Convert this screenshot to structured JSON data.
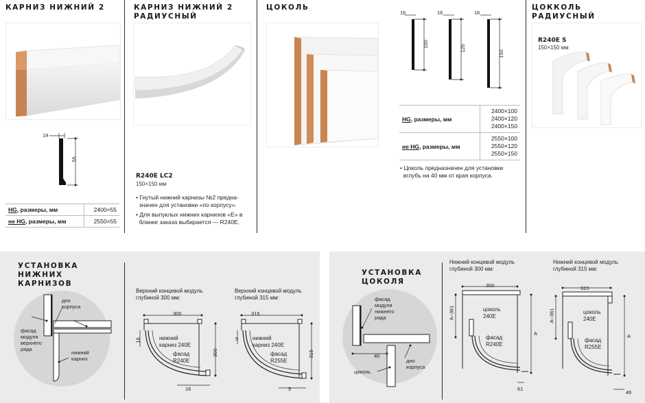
{
  "col1": {
    "title": "Карниз нижний 2",
    "dim_w": "19",
    "dim_h": "55",
    "rows": [
      {
        "label_hg": "HG",
        "label_rest": ", размеры, мм",
        "value": "2400×55"
      },
      {
        "label_hg": "не HG",
        "label_rest": ", размеры, мм",
        "value": "2550×55"
      }
    ]
  },
  "col2": {
    "title_line1": "Карниз нижний 2",
    "title_line2": "радиусный",
    "code": "R240E LC2",
    "size": "150×150 мм",
    "bullets": [
      "Гнутый нижний карнизы №2 предна-",
      "значен для установки «по корпусу».",
      "Для выпуклых нижних карнизов «E» в",
      "бланке заказа выбирается — R240E."
    ]
  },
  "col3": {
    "title": "Цоколь",
    "profiles": [
      {
        "w": "16",
        "h": "100"
      },
      {
        "w": "16",
        "h": "120"
      },
      {
        "w": "16",
        "h": "150"
      }
    ],
    "hg_label": "HG",
    "hg_rest": ", размеры, мм",
    "hg_values": [
      "2400×100",
      "2400×120",
      "2400×150"
    ],
    "nhg_label": "не HG",
    "nhg_rest": ", размеры, мм",
    "nhg_values": [
      "2550×100",
      "2550×120",
      "2550×150"
    ],
    "note_line1": "Цоколь предназначен для установки",
    "note_line2": "вглубь на 40 мм от края корпуса."
  },
  "col4": {
    "title": "Цокколь радиусный",
    "code": "R240E S",
    "size": "150×150 мм"
  },
  "panel1": {
    "title": [
      "Установка",
      "нижних",
      "карнизов"
    ],
    "labels": {
      "body_bottom": [
        "дно",
        "корпуса"
      ],
      "facade": [
        "фасад",
        "модуля",
        "верхнего",
        "ряда"
      ],
      "cornice": [
        "нижний",
        "карниз"
      ]
    },
    "mod300": {
      "title": [
        "Верхний концевой модуль",
        "глубиной 300 мм:"
      ],
      "d300": "300",
      "d300v": "300",
      "d16": "16",
      "d16b": "16",
      "cornice": [
        "нижний",
        "карниз 240E"
      ],
      "facade": [
        "фасад",
        "R240E"
      ]
    },
    "mod315": {
      "title": [
        "Верхний концевой модуль",
        "глубиной 315 мм:"
      ],
      "d315": "315",
      "d315v": "315",
      "d5": "5",
      "d5b": "5",
      "cornice": [
        "нижний",
        "карниз 240E"
      ],
      "facade": [
        "фасад",
        "R255E"
      ]
    }
  },
  "panel2": {
    "title": [
      "Установка",
      "цоколя"
    ],
    "labels": {
      "facade": [
        "фасад",
        "модуля",
        "нижнего",
        "ряда"
      ],
      "d40": "40",
      "body_bottom": [
        "дно",
        "корпуса"
      ],
      "plinth": "цоколь"
    },
    "mod300": {
      "title": [
        "Нижний концевой модуль",
        "глубиной 300 мм:"
      ],
      "d300": "300",
      "a361": "A–361",
      "a": "A",
      "d61": "61",
      "plinth": [
        "цоколь",
        "240E"
      ],
      "facade": [
        "фасад",
        "R240E"
      ]
    },
    "mod315": {
      "title": [
        "Нижний концевой модуль",
        "глубиной 315 мм:"
      ],
      "d315": "315",
      "a361": "A–361",
      "a": "A",
      "d46": "46",
      "plinth": [
        "цоколь",
        "240E"
      ],
      "facade": [
        "фасад",
        "R255E"
      ]
    }
  }
}
